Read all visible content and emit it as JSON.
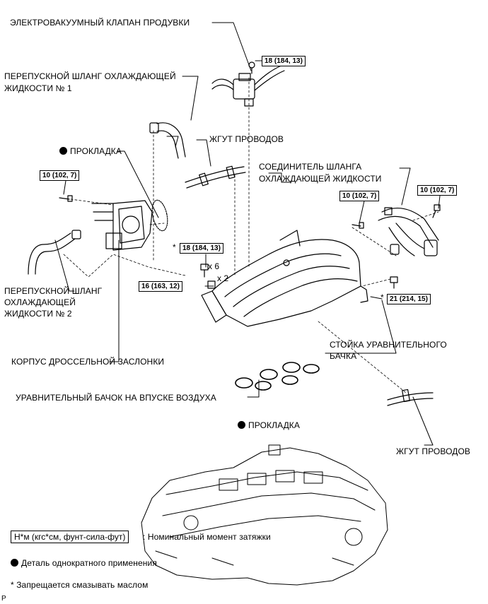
{
  "labels": {
    "purge_valve": "ЭЛЕКТРОВАКУУМНЫЙ КЛАПАН ПРОДУВКИ",
    "bypass_hose_1_line1": "ПЕРЕПУСКНОЙ ШЛАНГ ОХЛАЖДАЮЩЕЙ",
    "bypass_hose_1_line2": "ЖИДКОСТИ № 1",
    "harness_top": "ЖГУТ ПРОВОДОВ",
    "gasket_top": "ПРОКЛАДКА",
    "coolant_joint_line1": "СОЕДИНИТЕЛЬ ШЛАНГА",
    "coolant_joint_line2": "ОХЛАЖДАЮЩЕЙ ЖИДКОСТИ",
    "bypass_hose_2_line1": "ПЕРЕПУСКНОЙ ШЛАНГ",
    "bypass_hose_2_line2": "ОХЛАЖДАЮЩЕЙ",
    "bypass_hose_2_line3": "ЖИДКОСТИ № 2",
    "throttle_body": "КОРПУС ДРОССЕЛЬНОЙ ЗАСЛОНКИ",
    "surge_tank_stay_line1": "СТОЙКА УРАВНИТЕЛЬНОГО",
    "surge_tank_stay_line2": "БАЧКА",
    "intake_surge_tank": "УРАВНИТЕЛЬНЫЙ БАЧОК НА ВПУСКЕ ВОЗДУХА",
    "gasket_bottom": "ПРОКЛАДКА",
    "harness_bottom": "ЖГУТ ПРОВОДОВ"
  },
  "torques": {
    "t_purge": "18 (184, 13)",
    "t_tb": "10 (102, 7)",
    "t_cj_left": "10 (102, 7)",
    "t_cj_right": "10 (102, 7)",
    "t_tank_bolts": "18 (184, 13)",
    "t_tank_nuts": "16 (163, 12)",
    "t_stay": "21 (214, 15)"
  },
  "marks": {
    "asterisk": "*",
    "x6": "x 6",
    "x2": "x 2"
  },
  "legend": {
    "torque_unit": "Н*м (кгс*см, фунт-сила-фут)",
    "torque_desc": ": Номинальный момент затяжки",
    "one_time_use": "Деталь однократного применения",
    "no_oil": "* Запрещается смазывать маслом"
  },
  "corner_code": "P"
}
